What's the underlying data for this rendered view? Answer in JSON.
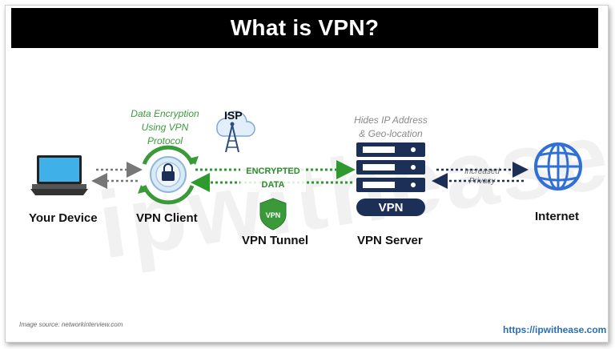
{
  "title": "What is VPN?",
  "watermark": "ipwithease.com",
  "nodes": {
    "device": "Your Device",
    "client": "VPN Client",
    "tunnel": "VPN Tunnel",
    "server": "VPN Server",
    "internet": "Internet"
  },
  "notes": {
    "encryption_line1": "Data Encryption",
    "encryption_line2": "Using VPN",
    "encryption_line3": "Protocol",
    "isp": "ISP",
    "hides_line1": "Hides IP Address",
    "hides_line2": "& Geo-location",
    "encrypted_line1": "ENCRYPTED",
    "encrypted_line2": "DATA",
    "increased_line1": "Increased",
    "increased_line2": "Privacy",
    "server_badge": "VPN",
    "shield_badge": "VPN"
  },
  "footer": {
    "source": "Image source: networkinterview.com",
    "site": "https://ipwithease.com"
  },
  "colors": {
    "title_bar": "#000000",
    "green": "#3a9a3a",
    "navy": "#1c2f57",
    "internet_blue": "#2f6fd6",
    "laptop_screen": "#3fb0e8"
  }
}
